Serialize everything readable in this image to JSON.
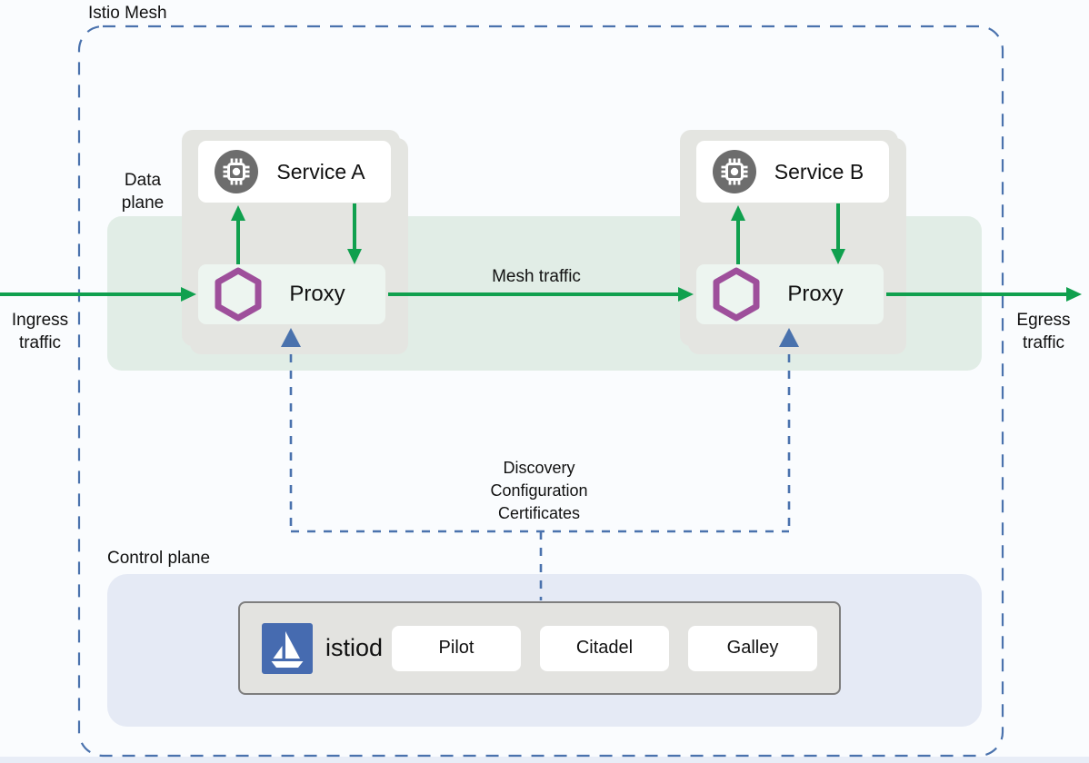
{
  "diagram": {
    "title": "Istio Mesh",
    "data_plane": {
      "label_line1": "Data",
      "label_line2": "plane",
      "mesh_traffic_label": "Mesh traffic",
      "ingress": {
        "line1": "Ingress",
        "line2": "traffic"
      },
      "egress": {
        "line1": "Egress",
        "line2": "traffic"
      },
      "services": [
        {
          "name": "Service A",
          "icon": "cpu-icon"
        },
        {
          "name": "Service B",
          "icon": "cpu-icon"
        }
      ],
      "proxies": [
        {
          "label": "Proxy",
          "icon": "hexagon-icon"
        },
        {
          "label": "Proxy",
          "icon": "hexagon-icon"
        }
      ]
    },
    "control_channel": {
      "line1": "Discovery",
      "line2": "Configuration",
      "line3": "Certificates"
    },
    "control_plane": {
      "label": "Control plane",
      "istiod": {
        "label": "istiod",
        "icon": "istio-sailboat-logo",
        "components": [
          {
            "label": "Pilot"
          },
          {
            "label": "Citadel"
          },
          {
            "label": "Galley"
          }
        ]
      }
    },
    "colors": {
      "traffic_arrow_green": "#10a04e",
      "control_dashed_blue": "#4a72ad",
      "proxy_hexagon_purple": "#9e4f9b",
      "istio_logo_blue": "#466bb0",
      "service_icon_gray": "#6d6d6d",
      "data_plane_band": "#e1ede6",
      "control_plane_band": "#e5eaf5",
      "workload_group_gray": "#e4e5e1",
      "proxy_card_green": "#edf5f0"
    }
  }
}
